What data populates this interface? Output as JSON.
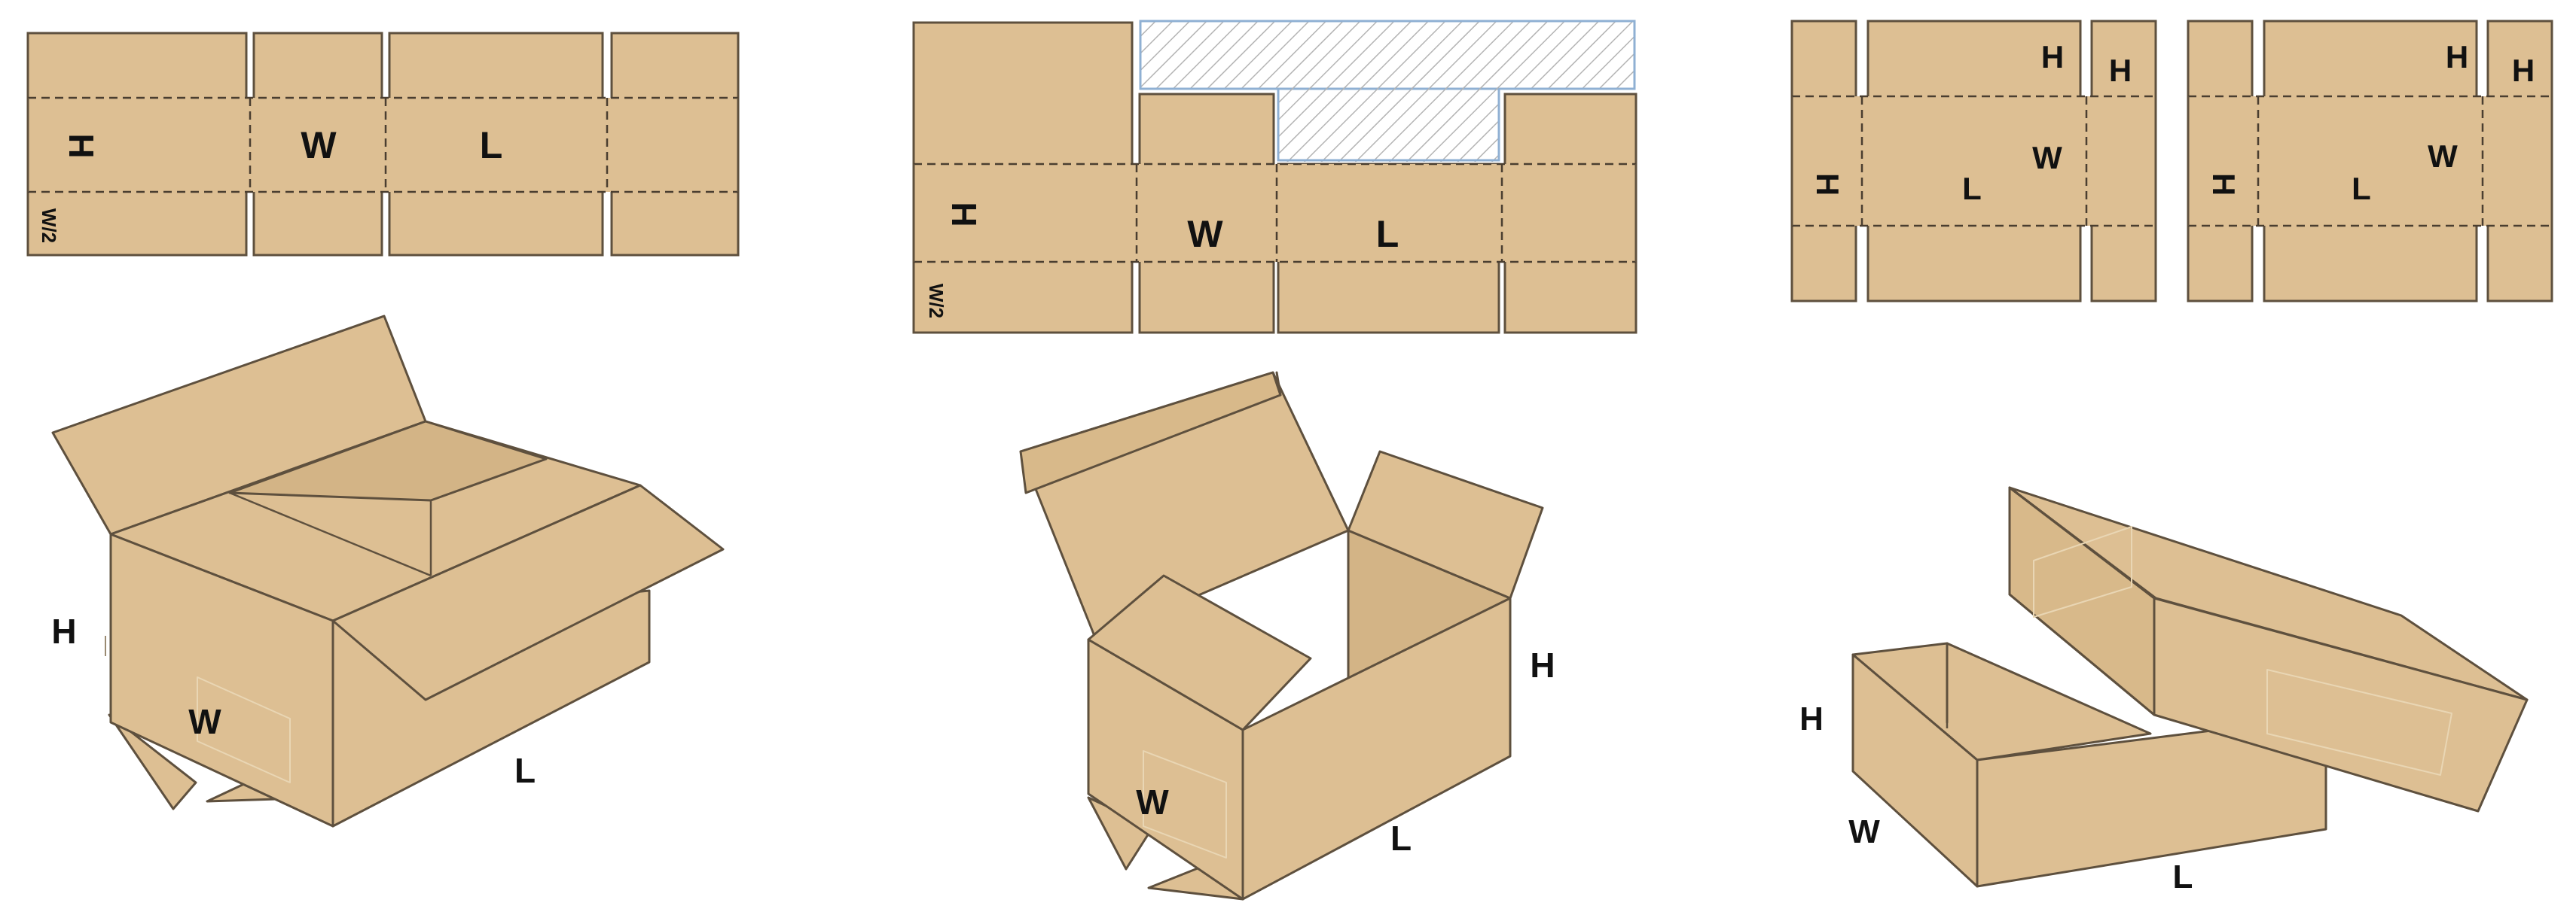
{
  "colors": {
    "cardboard": "#DDBF93",
    "outline": "#5E503E",
    "fold": "#4A3E30",
    "hatch_border": "#8FB0D3",
    "hatch_line": "#B4B4B4",
    "label": "#111111"
  },
  "diagrams": [
    {
      "name": "regular-slotted-carton",
      "flat_labels": {
        "height": "H",
        "width": "W",
        "length": "L",
        "flap": "W/2"
      },
      "box_labels": {
        "height": "H",
        "width": "W",
        "length": "L"
      }
    },
    {
      "name": "carton-with-tuck-lid",
      "flat_labels": {
        "height": "H",
        "width": "W",
        "length": "L",
        "flap": "W/2"
      },
      "box_labels": {
        "height": "H",
        "width": "W",
        "length": "L"
      }
    },
    {
      "name": "tray-and-lid-box",
      "flat_labels": {
        "tray": {
          "height_a": "H",
          "height_b": "H",
          "height_side": "H",
          "width": "W",
          "length": "L"
        },
        "lid": {
          "height_a": "H",
          "height_b": "H",
          "height_side": "H",
          "width": "W",
          "length": "L"
        }
      },
      "box_labels": {
        "height": "H",
        "width": "W",
        "length": "L"
      }
    }
  ]
}
